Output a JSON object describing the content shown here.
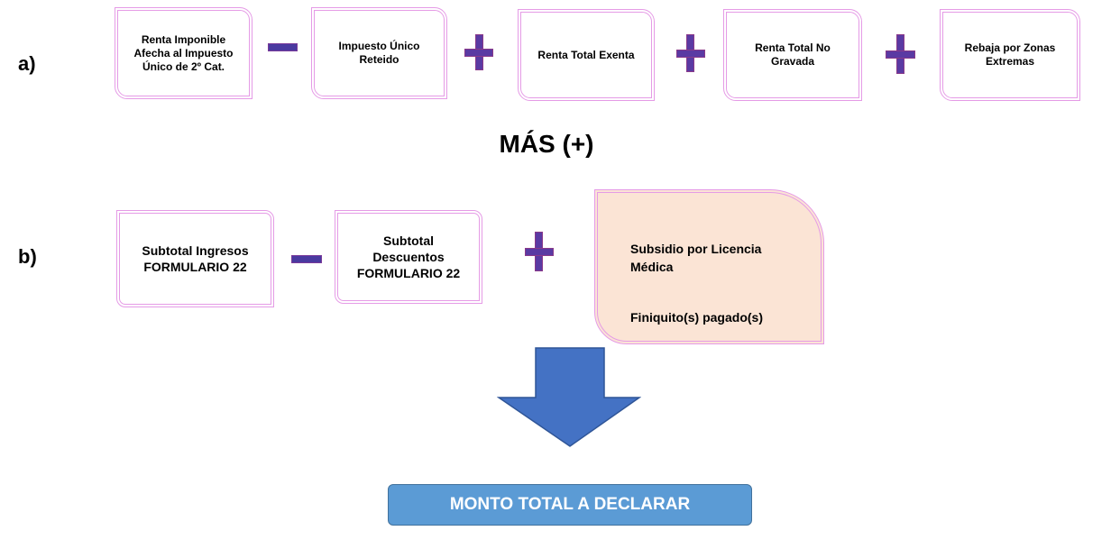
{
  "row_a": {
    "label": "a)",
    "boxes": [
      "Renta Imponible\nAfecha al Impuesto\nÚnico de 2º Cat.",
      "Impuesto Único\nReteido",
      "Renta Total Exenta",
      "Renta Total No\nGravada",
      "Rebaja por Zonas\nExtremas"
    ],
    "operators": [
      "minus",
      "plus",
      "plus",
      "plus"
    ]
  },
  "mas_label": "MÁS (+)",
  "row_b": {
    "label": "b)",
    "boxes": [
      "Subtotal Ingresos\nFORMULARIO 22",
      "Subtotal\nDescuentos\nFORMULARIO 22"
    ],
    "operators": [
      "minus",
      "plus"
    ],
    "extra_box": {
      "line1": "Subsidio por Licencia\nMédica",
      "line2": "Finiquito(s) pagado(s)"
    }
  },
  "result_label": "MONTO TOTAL A DECLARAR",
  "colors": {
    "box_border": "#e59be6",
    "operator": "#5a3aa3",
    "peach_fill": "#fbe4d5",
    "arrow": "#4472c4",
    "result_fill": "#5b9bd5"
  }
}
